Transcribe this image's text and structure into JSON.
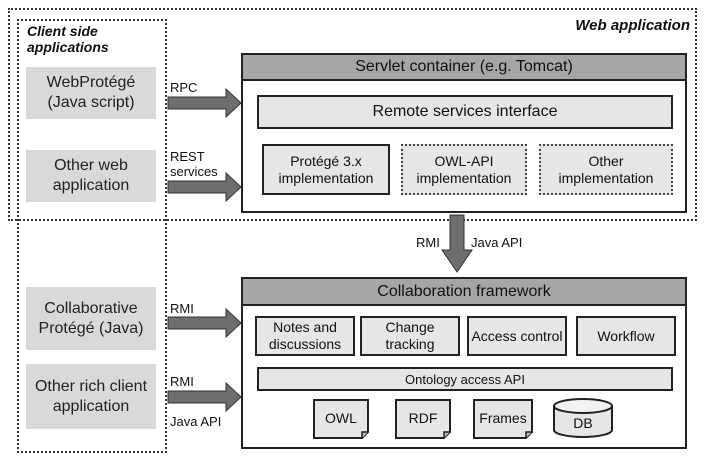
{
  "regions": {
    "client_title": "Client side applications",
    "web_title": "Web application"
  },
  "clients": [
    "WebProtégé (Java script)",
    "Other web application",
    "Collaborative Protégé (Java)",
    "Other rich client application"
  ],
  "servlet": {
    "title": "Servlet container (e.g. Tomcat)",
    "remote": "Remote services interface",
    "implementations": [
      "Protégé 3.x implementation",
      "OWL-API implementation",
      "Other implementation"
    ]
  },
  "collab": {
    "title": "Collaboration framework",
    "modules": [
      "Notes and discussions",
      "Change tracking",
      "Access control",
      "Workflow"
    ],
    "api": "Ontology access API",
    "storage": [
      "OWL",
      "RDF",
      "Frames",
      "DB"
    ]
  },
  "arrows": {
    "rpc": "RPC",
    "rest": "REST services",
    "rmi": "RMI",
    "java_api": "Java API"
  },
  "colors": {
    "header": "#a6a6a6",
    "box_fill": "#e6e6e6",
    "client_fill": "#d9d9d9",
    "arrow_fill": "#6e6e6e"
  }
}
